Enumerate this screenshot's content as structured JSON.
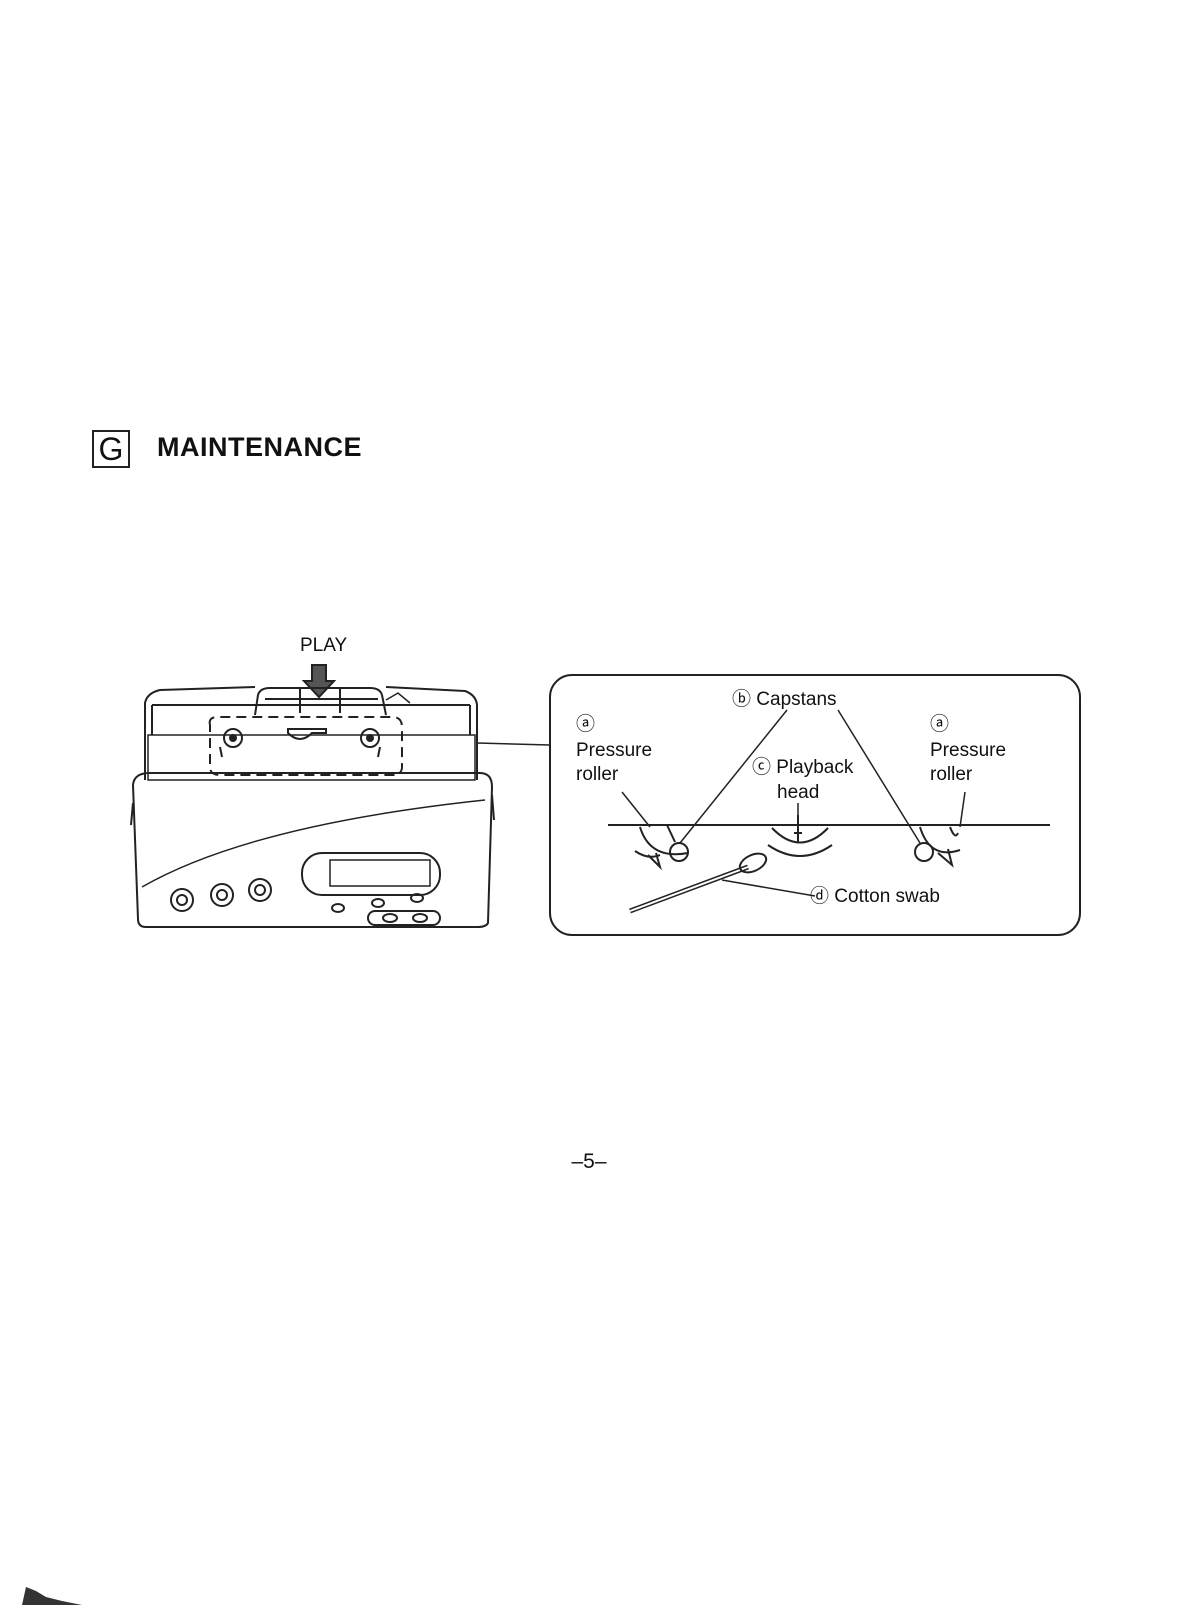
{
  "section": {
    "letter": "G",
    "title": "MAINTENANCE"
  },
  "figure": {
    "play_label": "PLAY",
    "labels": {
      "pressure_roller_left_marker": "ⓐ",
      "pressure_roller_left_line1": "Pressure",
      "pressure_roller_left_line2": "roller",
      "capstans": "ⓑ Capstans",
      "playback_head_line1": "ⓒ Playback",
      "playback_head_line2": "head",
      "pressure_roller_right_marker": "ⓐ",
      "pressure_roller_right_line1": "Pressure",
      "pressure_roller_right_line2": "roller",
      "cotton_swab": "ⓓ Cotton swab"
    }
  },
  "page": {
    "number": "–5–"
  }
}
